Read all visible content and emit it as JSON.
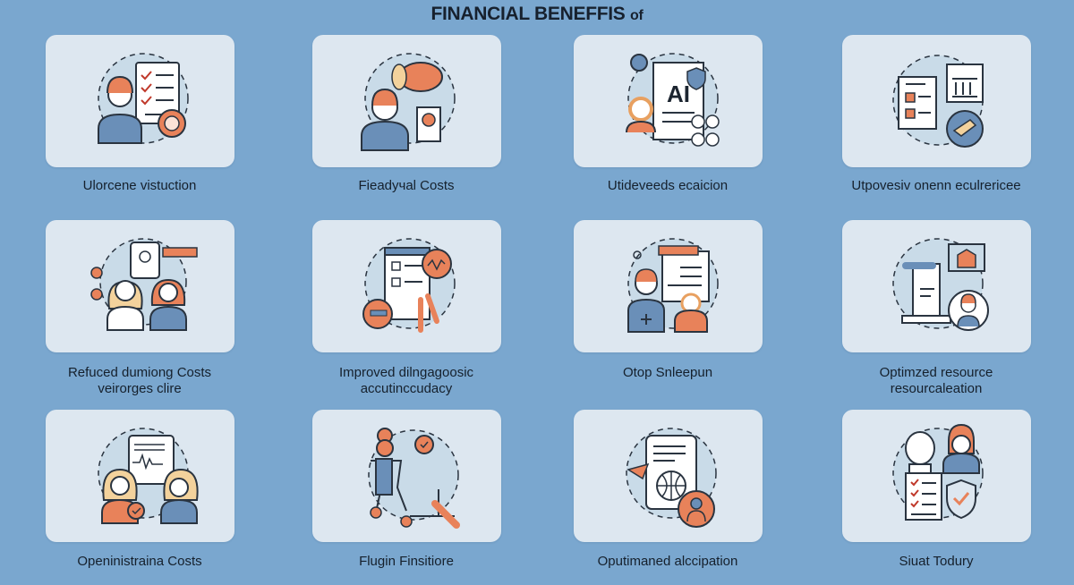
{
  "header": {
    "title_main": "FINANCIAL BENEFFIS",
    "title_suffix": "of"
  },
  "colors": {
    "background": "#7aa7cf",
    "card": "#dde7f0",
    "accent_orange": "#e8825a",
    "accent_blue": "#6a8fb8",
    "outline": "#2a3440",
    "text": "#15202c"
  },
  "cards": [
    {
      "label_lines": [
        "Ulorcene vistuction"
      ],
      "icon": "checklist-agent-gear-icon"
    },
    {
      "label_lines": [
        "Fieadучal Costs"
      ],
      "icon": "businessman-piggybank-icon"
    },
    {
      "label_lines": [
        "Utideveeds ecaicion"
      ],
      "icon": "ai-document-network-icon"
    },
    {
      "label_lines": [
        "Utpovesiv onenn eculrericee"
      ],
      "icon": "documents-globe-bank-icon"
    },
    {
      "label_lines": [
        "Refuced dumiong Costs",
        "veirorges clire"
      ],
      "icon": "two-women-chat-icon"
    },
    {
      "label_lines": [
        "Improved dilngagoosic",
        "accutinccudacy"
      ],
      "icon": "checklist-chart-robot-icon"
    },
    {
      "label_lines": [
        "Otop Snleepun"
      ],
      "icon": "presenter-document-icon"
    },
    {
      "label_lines": [
        "Optimzed resource",
        "resourcaleation"
      ],
      "icon": "device-bank-user-icon"
    },
    {
      "label_lines": [
        "Openinistraina Costs"
      ],
      "icon": "two-women-report-icon"
    },
    {
      "label_lines": [
        "Flugin Finsitiore"
      ],
      "icon": "worker-machine-icon"
    },
    {
      "label_lines": [
        "Oputimaned alccipation"
      ],
      "icon": "document-globe-person-icon"
    },
    {
      "label_lines": [
        "Siuat Todury"
      ],
      "icon": "checklist-shield-people-icon"
    }
  ]
}
